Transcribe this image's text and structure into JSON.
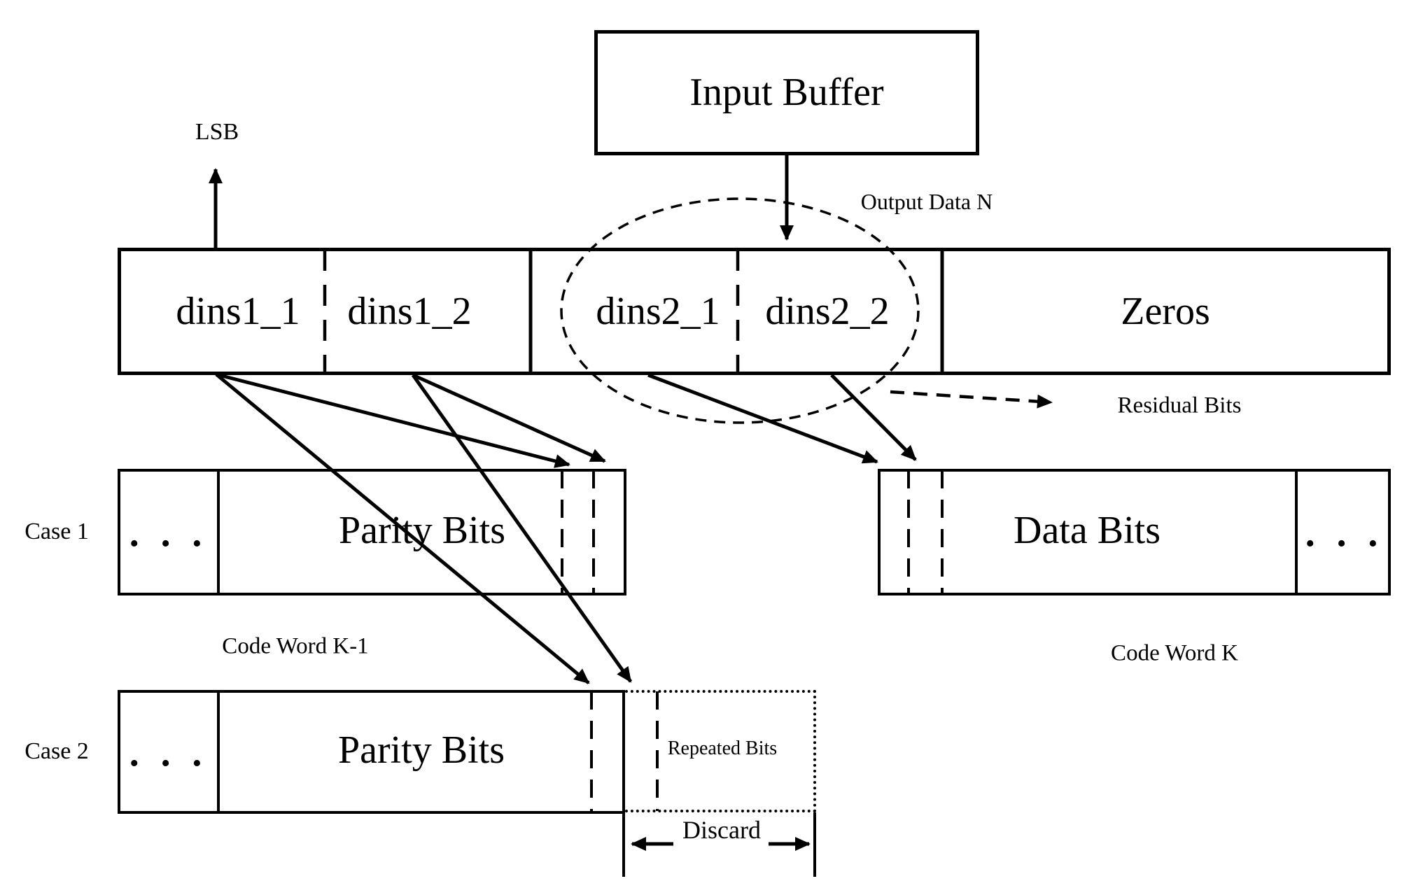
{
  "input_buffer": {
    "label": "Input Buffer"
  },
  "buffer_bar": {
    "segments": [
      {
        "label": "dins1_1"
      },
      {
        "label": "dins1_2"
      },
      {
        "label": "dins2_1"
      },
      {
        "label": "dins2_2"
      },
      {
        "label": "Zeros"
      }
    ]
  },
  "annotations": {
    "lsb": "LSB",
    "output_data": "Output Data N",
    "residual_bits": "Residual Bits",
    "code_word_k_minus_1": "Code Word K-1",
    "code_word_k": "Code Word K",
    "ellipsis": "..."
  },
  "case1": {
    "label": "Case 1",
    "parity_box_label": "Parity Bits",
    "data_box_label": "Data Bits"
  },
  "case2": {
    "label": "Case 2",
    "parity_box_label": "Parity Bits",
    "repeated_bits_label": "Repeated Bits",
    "discard_label": "Discard"
  }
}
